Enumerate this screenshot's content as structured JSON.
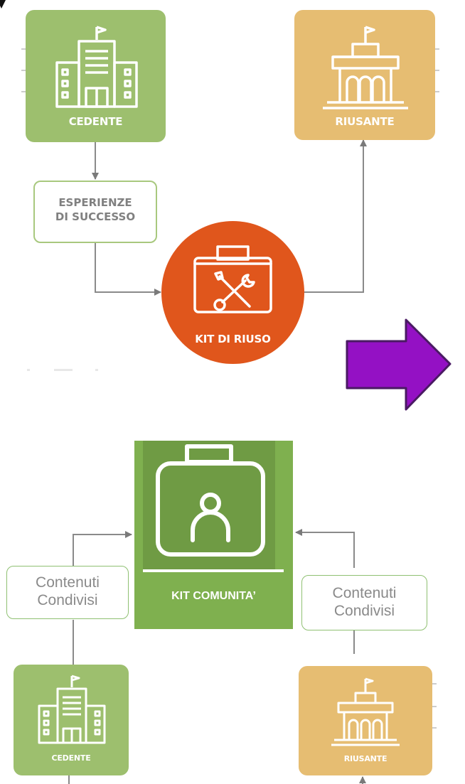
{
  "top_diagram": {
    "cedente_label": "CEDENTE",
    "riusante_label": "RIUSANTE",
    "esperienze_line1": "ESPERIENZE",
    "esperienze_line2": "DI SUCCESSO",
    "kit_label": "KIT DI RIUSO"
  },
  "bottom_diagram": {
    "kit_label": "KIT COMUNITA’",
    "left_box_line1": "Contenuti",
    "left_box_line2": "Condivisi",
    "right_box_line1": "Contenuti",
    "right_box_line2": "Condivisi",
    "cedente_label": "CEDENTE",
    "riusante_label": "RIUSANTE"
  },
  "colors": {
    "green": "#9dbf6e",
    "tan": "#e6bd72",
    "orange": "#e0561c",
    "kit_green": "#6f9b44",
    "kit_light_green": "#7fb04f",
    "purple_arrow": "#9411c4"
  }
}
